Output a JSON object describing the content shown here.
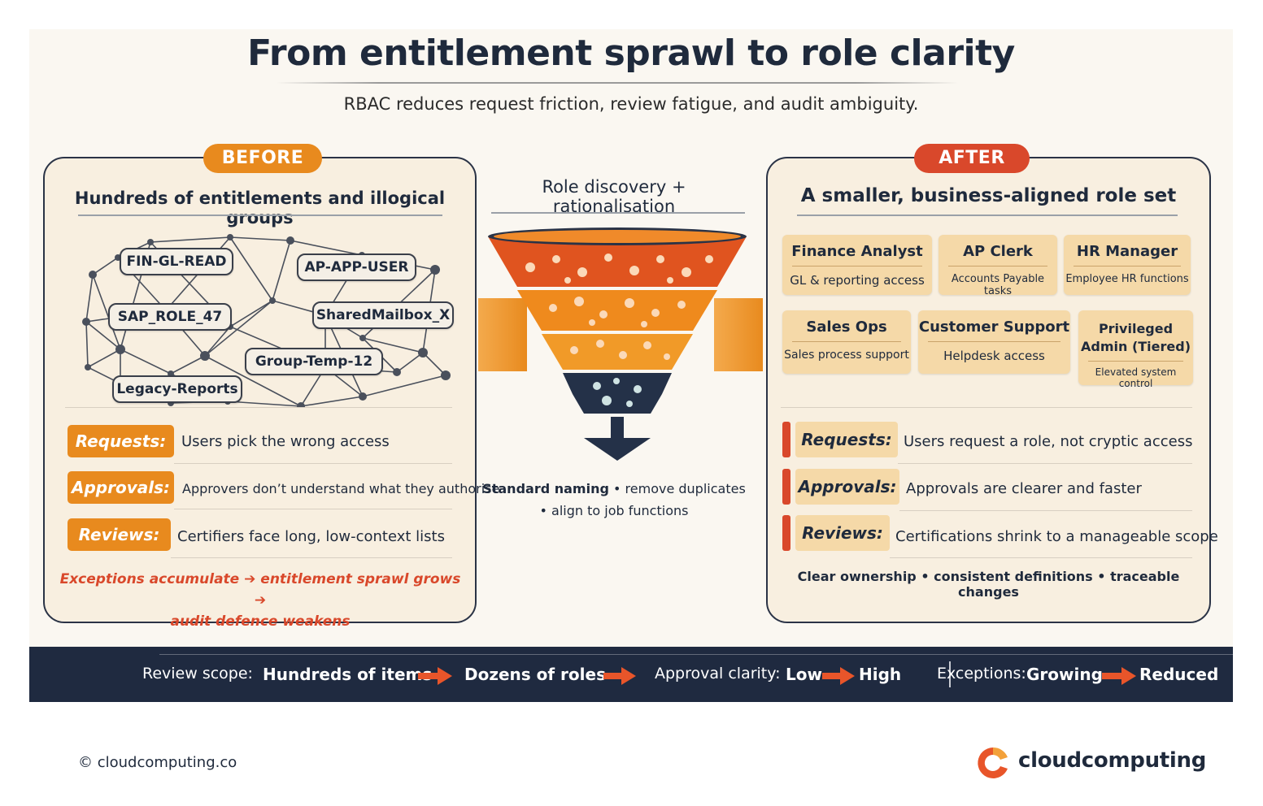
{
  "title": "From entitlement sprawl to role clarity",
  "subtitle": "RBAC reduces request friction, review fatigue, and audit ambiguity.",
  "before": {
    "badge": "BEFORE",
    "heading": "Hundreds of entitlements and illogical groups",
    "nodes": [
      "FIN-GL-READ",
      "AP-APP-USER",
      "SAP_ROLE_47",
      "SharedMailbox_X",
      "Group-Temp-12",
      "Legacy-Reports"
    ],
    "rows": [
      {
        "tag": "Requests:",
        "text": "Users pick the wrong access"
      },
      {
        "tag": "Approvals:",
        "text": "Approvers don’t understand what they authorise"
      },
      {
        "tag": "Reviews:",
        "text": "Certifiers face long, low-context lists"
      }
    ],
    "exceptions_line1": "Exceptions accumulate ➔ entitlement sprawl grows ➔",
    "exceptions_line2": "audit defence weakens"
  },
  "center": {
    "heading": "Role discovery + rationalisation",
    "caption_bold": "Standard naming",
    "caption_rest": " • remove duplicates",
    "caption_line2": "• align to job functions"
  },
  "after": {
    "badge": "AFTER",
    "heading": "A smaller, business-aligned role set",
    "roles": [
      {
        "name": "Finance Analyst",
        "desc": "GL & reporting access"
      },
      {
        "name": "AP Clerk",
        "desc": "Accounts Payable tasks"
      },
      {
        "name": "HR Manager",
        "desc": "Employee HR functions"
      },
      {
        "name": "Sales Ops",
        "desc": "Sales process support"
      },
      {
        "name": "Customer Support",
        "desc": "Helpdesk access"
      },
      {
        "name": "Privileged Admin (Tiered)",
        "desc": "Elevated system control"
      }
    ],
    "rows": [
      {
        "tag": "Requests:",
        "text": "Users request a role, not cryptic access"
      },
      {
        "tag": "Approvals:",
        "text": "Approvals are clearer and faster"
      },
      {
        "tag": "Reviews:",
        "text": "Certifications shrink to a manageable scope"
      }
    ],
    "summary": "Clear ownership • consistent definitions • traceable changes"
  },
  "band": {
    "review_label": "Review scope:",
    "review_from": "Hundreds of items",
    "review_to": "Dozens of roles",
    "approval_label": "Approval clarity:",
    "approval_from": "Low",
    "approval_to": "High",
    "exceptions_label": "Exceptions:",
    "exceptions_from": "Growing",
    "exceptions_to": "Reduced"
  },
  "footer": {
    "copyright": "© cloudcomputing.co",
    "brand": "cloudcomputing"
  },
  "colors": {
    "navy": "#1f2a40",
    "orange": "#e88a1e",
    "red_orange": "#d9482b",
    "tan": "#f5d9a8",
    "panel_bg": "#f8efe0"
  }
}
